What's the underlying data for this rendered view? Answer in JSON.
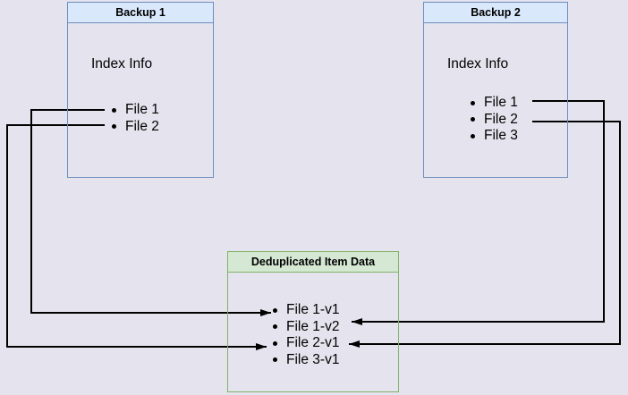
{
  "diagram": {
    "background_color": "#e5e4ee",
    "line_color": "#000000",
    "boxes": {
      "backup1": {
        "title": "Backup 1",
        "subtitle": "Index Info",
        "items": [
          "File 1",
          "File 2"
        ],
        "border_color": "#6c8ebf",
        "header_fill": "#dae8fc"
      },
      "backup2": {
        "title": "Backup 2",
        "subtitle": "Index Info",
        "items": [
          "File 1",
          "File 2",
          "File 3"
        ],
        "border_color": "#6c8ebf",
        "header_fill": "#dae8fc"
      },
      "dedup": {
        "title": "Deduplicated Item Data",
        "items": [
          "File 1-v1",
          "File 1-v2",
          "File 2-v1",
          "File 3-v1"
        ],
        "border_color": "#82b366",
        "header_fill": "#d5e8d4"
      }
    },
    "connections": [
      {
        "from": "Backup 1 / File 1",
        "to": "File 1-v1",
        "route": "left"
      },
      {
        "from": "Backup 1 / File 2",
        "to": "File 2-v1",
        "route": "left"
      },
      {
        "from": "Backup 2 / File 1",
        "to": "File 1-v2",
        "route": "right"
      },
      {
        "from": "Backup 2 / File 2",
        "to": "File 2-v1",
        "route": "right"
      }
    ]
  }
}
